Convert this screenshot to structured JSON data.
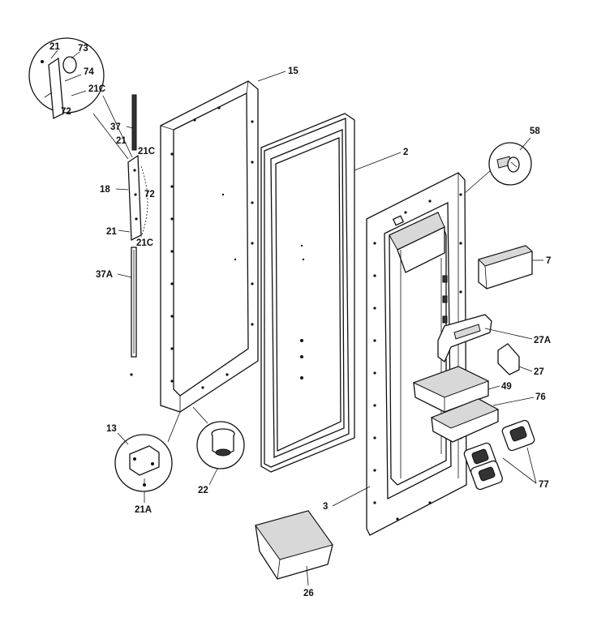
{
  "callouts": {
    "c15": "15",
    "c2": "2",
    "c58": "58",
    "c7": "7",
    "c27a": "27A",
    "c27": "27",
    "c49": "49",
    "c76": "76",
    "c77": "77",
    "c3": "3",
    "c26": "26",
    "c13": "13",
    "c21a": "21A",
    "c22": "22",
    "c37": "37",
    "c21_hinge_top": "21",
    "c21c_hinge_top": "21C",
    "c18": "18",
    "c72_hinge": "72",
    "c21_hinge_bottom": "21",
    "c21c_hinge_bottom": "21C",
    "c37a": "37A",
    "c21_detail": "21",
    "c73_detail": "73",
    "c74_detail": "74",
    "c21c_detail": "21C",
    "c72_detail": "72"
  }
}
